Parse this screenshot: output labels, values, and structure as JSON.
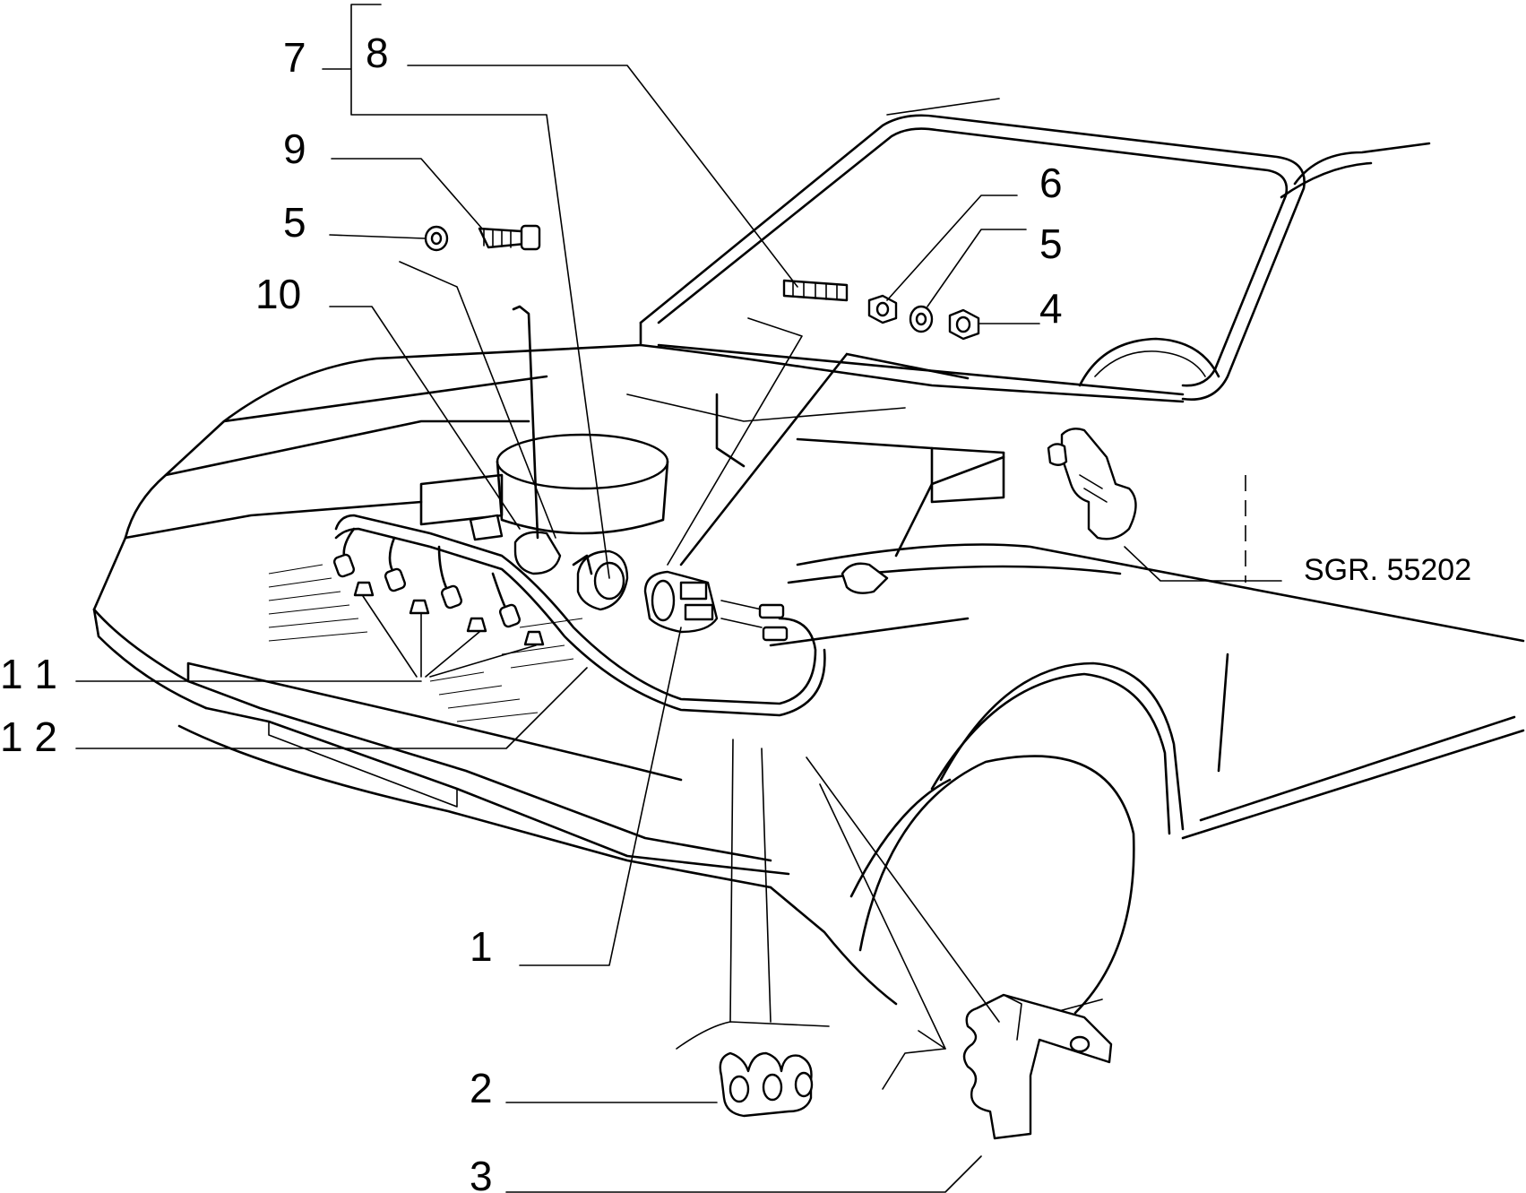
{
  "diagram": {
    "reference_code": "SGR. 55202",
    "callouts": {
      "c1": "1",
      "c2": "2",
      "c3": "3",
      "c4": "4",
      "c5a": "5",
      "c5b": "5",
      "c6": "6",
      "c7": "7",
      "c8": "8",
      "c9": "9",
      "c10": "10",
      "c11": "1 1",
      "c12": "1 2"
    }
  }
}
